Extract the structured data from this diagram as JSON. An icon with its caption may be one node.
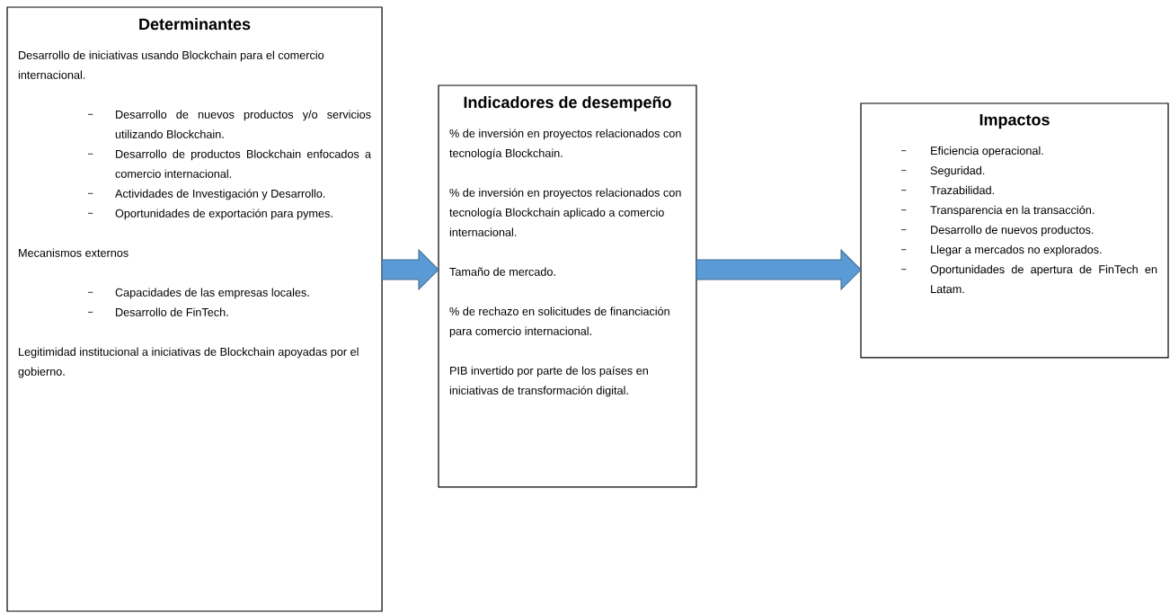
{
  "diagram": {
    "nodes": [
      {
        "text": [
          "Determinantes",
          "Desarrollo de iniciativas usando Blockchain para el comercio internacional.",
          "Desarrollo de nuevos productos y/o servicios utilizando Blockchain.",
          "Desarrollo de productos Blockchain enfocados a comercio internacional.",
          "Actividades de Investigación y Desarrollo.",
          "Oportunidades de exportación para pymes.",
          "Mecanismos externos",
          "Capacidades de las empresas locales.",
          "Desarrollo de FinTech.",
          "Legitimidad institucional a iniciativas de Blockchain apoyadas por el gobierno."
        ]
      },
      {
        "text": [
          "Indicadores de desempeño",
          "% de inversión en proyectos relacionados con tecnología Blockchain.",
          "% de inversión en proyectos relacionados con tecnología Blockchain aplicado a comercio internacional.",
          "Tamaño de mercado.",
          "% de rechazo en solicitudes de financiación para comercio internacional.",
          "PIB invertido por parte de los países en iniciativas de transformación digital."
        ]
      },
      {
        "text": [
          "Impactos",
          "Eficiencia operacional.",
          "Seguridad.",
          "Trazabilidad.",
          "Transparencia en la transacción.",
          "Desarrollo de nuevos productos.",
          "Llegar a mercados no explorados.",
          "Oportunidades de apertura de FinTech en Latam."
        ]
      }
    ],
    "edges": [
      {
        "from": 0,
        "to": 1,
        "arrow": "to"
      },
      {
        "from": 1,
        "to": 2,
        "arrow": "to"
      }
    ]
  }
}
